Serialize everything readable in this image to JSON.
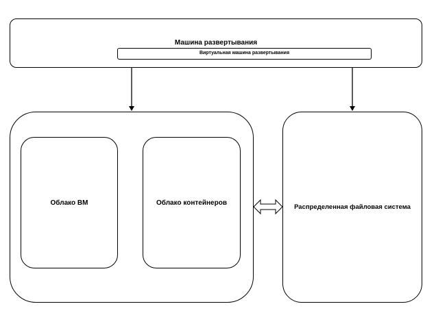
{
  "deployment_machine": {
    "title": "Машина развертывания",
    "virtual_machine_label": "Виртуальная машина развертывания"
  },
  "cloud": {
    "vm_cloud_label": "Облако ВМ",
    "container_cloud_label": "Облако контейнеров"
  },
  "storage": {
    "label": "Распределенная файловая система"
  }
}
